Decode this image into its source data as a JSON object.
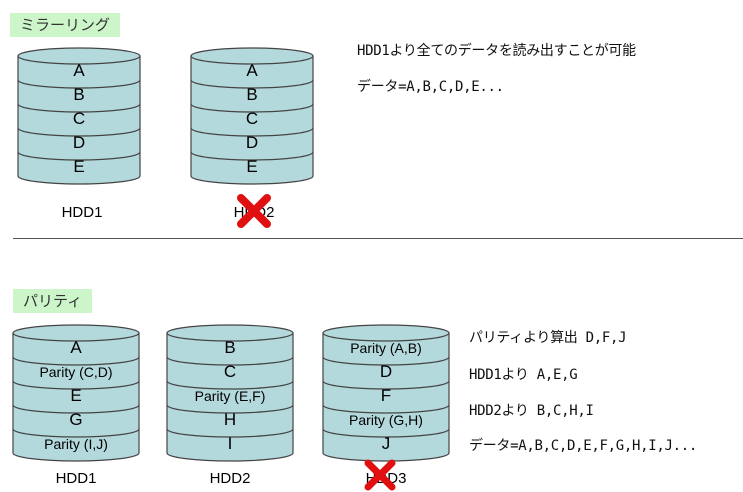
{
  "mirroring": {
    "title": "ミラーリング",
    "disks": [
      {
        "label": "HDD1",
        "slices": [
          "A",
          "B",
          "C",
          "D",
          "E"
        ],
        "failed": false
      },
      {
        "label": "HDD2",
        "slices": [
          "A",
          "B",
          "C",
          "D",
          "E"
        ],
        "failed": true
      }
    ],
    "notes": [
      "HDD1より全てのデータを読み出すことが可能",
      "データ=A,B,C,D,E..."
    ]
  },
  "parity": {
    "title": "パリティ",
    "disks": [
      {
        "label": "HDD1",
        "slices": [
          "A",
          "Parity (C,D)",
          "E",
          "G",
          "Parity (I,J)"
        ],
        "failed": false
      },
      {
        "label": "HDD2",
        "slices": [
          "B",
          "C",
          "Parity (E,F)",
          "H",
          "I"
        ],
        "failed": false
      },
      {
        "label": "HDD3",
        "slices": [
          "Parity (A,B)",
          "D",
          "F",
          "Parity (G,H)",
          "J"
        ],
        "failed": true
      }
    ],
    "notes": [
      "パリティより算出 D,F,J",
      "HDD1より A,E,G",
      "HDD2より B,C,H,I",
      "データ=A,B,C,D,E,F,G,H,I,J..."
    ]
  },
  "colors": {
    "disk_fill": "#b4d9dc",
    "disk_stroke": "#444444",
    "tag_bg": "#ccf5c9",
    "fail_mark": "#e01010"
  }
}
